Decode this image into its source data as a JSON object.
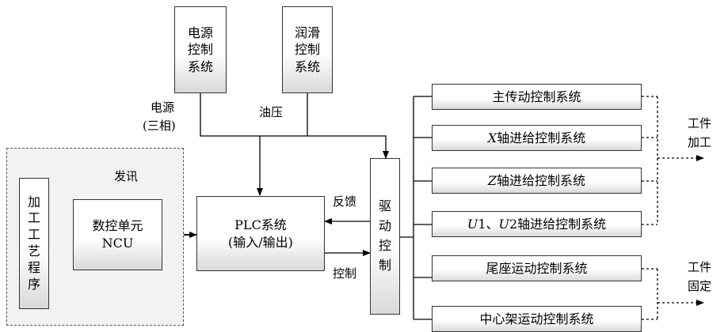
{
  "nodes": {
    "power_control": "电源\n控制\n系统",
    "lube_control": "润滑\n控制\n系统",
    "process_program": "加\n工\n工\n艺\n程\n序",
    "ncu_line1": "数控单元",
    "ncu_line2": "NCU",
    "plc_line1": "PLC系统",
    "plc_line2": "(输入/输出)",
    "drive": "驱\n动\n控\n制"
  },
  "subsystems": [
    {
      "prefix": "",
      "text": "主传动控制系统"
    },
    {
      "prefix": "X",
      "text": "轴进给控制系统"
    },
    {
      "prefix": "Z",
      "text": "轴进给控制系统"
    },
    {
      "prefix": "U",
      "text": "1、",
      "prefix2": "U",
      "text2": "2轴进给控制系统"
    },
    {
      "prefix": "",
      "text": "尾座运动控制系统"
    },
    {
      "prefix": "",
      "text": "中心架运动控制系统"
    }
  ],
  "labels": {
    "power": "电源",
    "three_phase": "(三相)",
    "oil_pressure": "油压",
    "signal": "发讯",
    "feedback": "反馈",
    "control": "控制",
    "workpiece_process_1": "工件",
    "workpiece_process_2": "加工",
    "workpiece_fix_1": "工件",
    "workpiece_fix_2": "固定"
  }
}
